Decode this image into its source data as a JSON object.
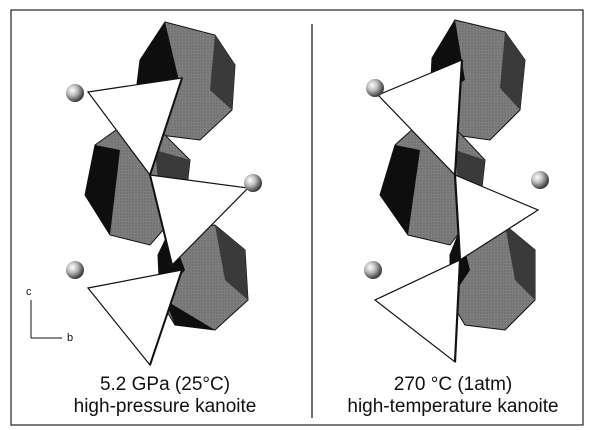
{
  "panels": [
    {
      "condition": "5.2 GPa  (25°C)",
      "phase": "high-pressure kanoite"
    },
    {
      "condition": "270 °C  (1atm)",
      "phase": "high-temperature kanoite"
    }
  ],
  "axes": {
    "vertical": "c",
    "horizontal": "b"
  },
  "colors": {
    "octahedron_light": "#8a8a8a",
    "octahedron_dark": "#3a3a3a",
    "octahedron_black": "#0e0e0e",
    "tetrahedron": "#ffffff",
    "stroke": "#111111"
  }
}
